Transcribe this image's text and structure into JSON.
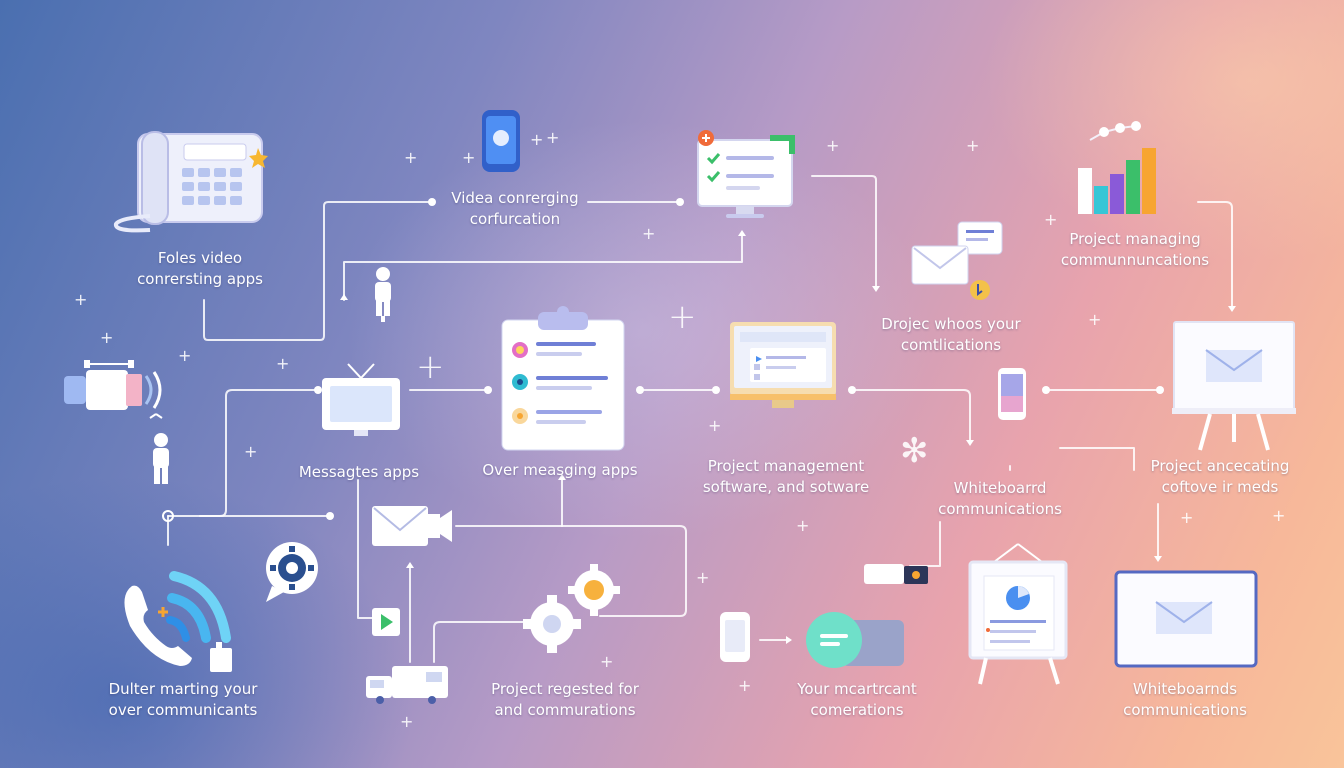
{
  "labels": {
    "video_conferencing": [
      "Videa conrerging",
      "corfurcation"
    ],
    "voice_apps": [
      "Foles video",
      "conrersting apps"
    ],
    "project_managing": [
      "Project managing",
      "communnuncations"
    ],
    "project_whoos": [
      "Drojec whoos your",
      "comtlications"
    ],
    "messages_apps": [
      "Messagtes apps"
    ],
    "over_messaging": [
      "Over measging apps"
    ],
    "project_management": [
      "Project management",
      "software, and sotware"
    ],
    "whiteboard_comms": [
      "Whiteboarrd",
      "communications"
    ],
    "project_ancecating": [
      "Project ancecating",
      "coftove ir meds"
    ],
    "dulter_marting": [
      "Dulter marting your",
      "over communicants"
    ],
    "project_regested": [
      "Project regested for",
      "and commurations"
    ],
    "your_mcartrcant": [
      "Your mcartrcant",
      "comerations"
    ],
    "whiteboarnds": [
      "Whiteboarnds",
      "communications"
    ]
  },
  "icons": [
    "desk-phone-icon",
    "smartphone-video-icon",
    "monitor-checklist-icon",
    "bar-chart-icon",
    "envelope-message-icon",
    "projector-icon",
    "monitor-icon",
    "clipboard-icon",
    "desktop-project-icon",
    "mobile-phone-icon",
    "whiteboard-email-icon",
    "person-icon",
    "email-camera-icon",
    "chat-gear-icon",
    "phone-signal-icon",
    "gears-icon",
    "delivery-truck-icon",
    "play-icon",
    "chat-bubble-icon",
    "easel-chart-icon",
    "easel-email-icon",
    "small-device-icon"
  ],
  "colors": {
    "accent_blue": "#4a8ff0",
    "accent_teal": "#36c6d6",
    "accent_orange": "#f7a531",
    "accent_purple": "#8a5ad8",
    "accent_green": "#3bbf6a",
    "accent_pink": "#e066c6"
  }
}
